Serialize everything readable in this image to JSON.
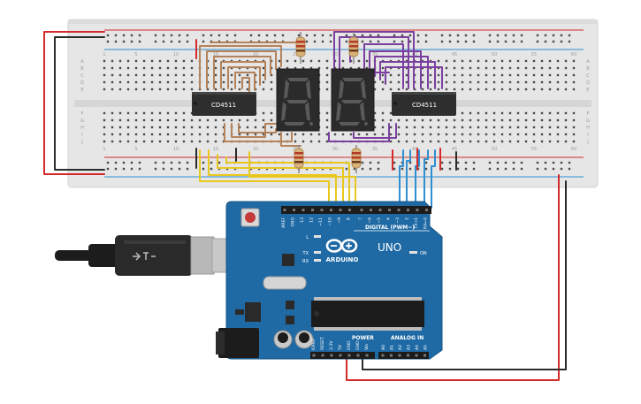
{
  "breadboard": {
    "column_numbers": [
      "1",
      "5",
      "10",
      "15",
      "20",
      "25",
      "30",
      "35",
      "40",
      "45",
      "50",
      "55",
      "60"
    ],
    "row_letters_top": [
      "A",
      "B",
      "C",
      "D",
      "E"
    ],
    "row_letters_bottom": [
      "F",
      "G",
      "H",
      "I",
      "J"
    ]
  },
  "chips": {
    "left_label": "CD4511",
    "right_label": "CD4511"
  },
  "displays": {
    "left_digit": "8",
    "right_digit": "8"
  },
  "arduino": {
    "logo_text": "ARDUINO",
    "model": "UNO",
    "digital_label": "DIGITAL (PWM~)",
    "power_label": "POWER",
    "analog_label": "ANALOG IN",
    "on_label": "ON",
    "l_label": "L",
    "tx_label": "TX",
    "rx_label": "RX",
    "top_pins": [
      "AREF",
      "GND",
      "13",
      "12",
      "~11",
      "~10",
      "~9",
      "8",
      "7",
      "~6",
      "~5",
      "4",
      "~3",
      "2",
      "TX→1",
      "RX←0"
    ],
    "power_pins": [
      "IOREF",
      "RESET",
      "3.3V",
      "5V",
      "GND",
      "GND",
      "Vin"
    ],
    "analog_pins": [
      "A0",
      "A1",
      "A2",
      "A3",
      "A4",
      "A5"
    ]
  },
  "colors": {
    "board_blue": "#1f6aa5",
    "breadboard": "#e6e6e6",
    "wire_brown": "#b5835a",
    "wire_purple": "#7b3fa0",
    "wire_yellow": "#e8c81e",
    "wire_blue": "#2f8fd0",
    "wire_red": "#d42a2a",
    "wire_black": "#2b2b2b"
  },
  "icons": [
    "usb-plug-icon",
    "reset-button-icon",
    "arduino-infinity-logo-icon",
    "seven-segment-display-icon"
  ]
}
